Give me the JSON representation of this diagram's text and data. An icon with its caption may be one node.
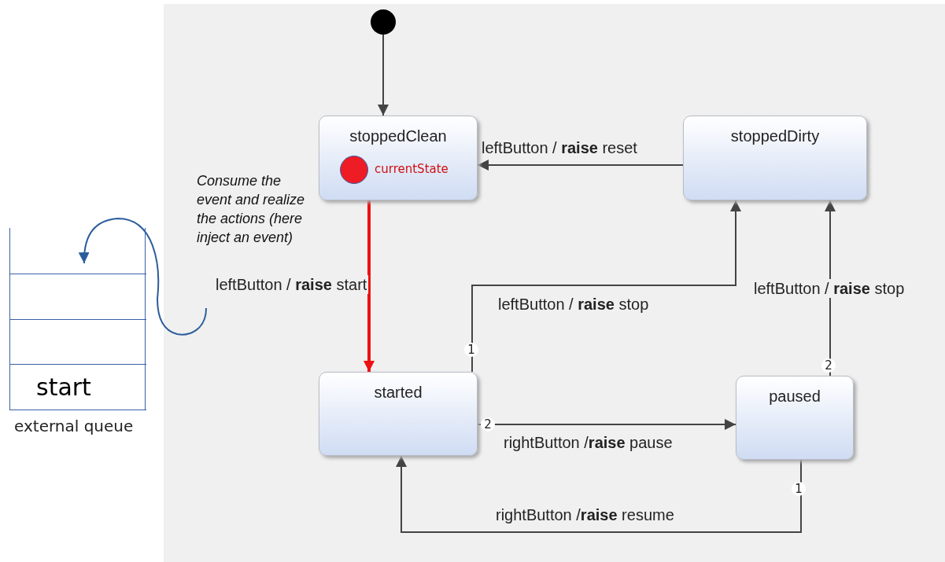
{
  "diagram": {
    "nodes": [
      {
        "text": [],
        "shape": "circle"
      },
      {
        "text": [
          "stoppedClean"
        ]
      },
      {
        "text": [],
        "shape": "circle",
        "beside": [
          "currentState"
        ],
        "in": 1
      },
      {
        "text": [
          "stoppedDirty"
        ]
      },
      {
        "text": [
          "started"
        ]
      },
      {
        "text": [
          "paused"
        ]
      },
      {
        "text": [],
        "shape": "box",
        "beside": [
          "external queue"
        ]
      },
      {
        "text": [],
        "shape": "box",
        "in": 6
      },
      {
        "text": [],
        "shape": "box",
        "in": 6
      },
      {
        "text": [],
        "shape": "box",
        "in": 6
      },
      {
        "text": [
          "start"
        ],
        "in": 6
      }
    ],
    "edges": [
      {
        "from": 0,
        "to": 1,
        "arrow": "to"
      },
      {
        "from": 1,
        "to": 4,
        "arrow": "to",
        "label": "leftButton / **raise** start",
        "style": "thick",
        "color": "#ee1111"
      },
      {
        "from": 3,
        "to": 1,
        "arrow": "to",
        "label": "leftButton / **raise** reset"
      },
      {
        "from": 4,
        "to": 3,
        "arrow": "to",
        "label": "leftButton / **raise** stop"
      },
      {
        "from": 4,
        "to": 5,
        "arrow": "to",
        "label": "rightButton /**raise** pause"
      },
      {
        "from": 5,
        "to": 3,
        "arrow": "to",
        "label": "leftButton / **raise** stop"
      },
      {
        "from": 5,
        "to": 4,
        "arrow": "to",
        "label": "rightButton /**raise** resume"
      },
      {
        "from": null,
        "to": 7,
        "arrow": "to",
        "color": "#2b5d9c"
      }
    ],
    "labels": [
      "Consume the event and realize the actions (here inject an event)",
      "1",
      "2",
      "2",
      "1"
    ]
  }
}
